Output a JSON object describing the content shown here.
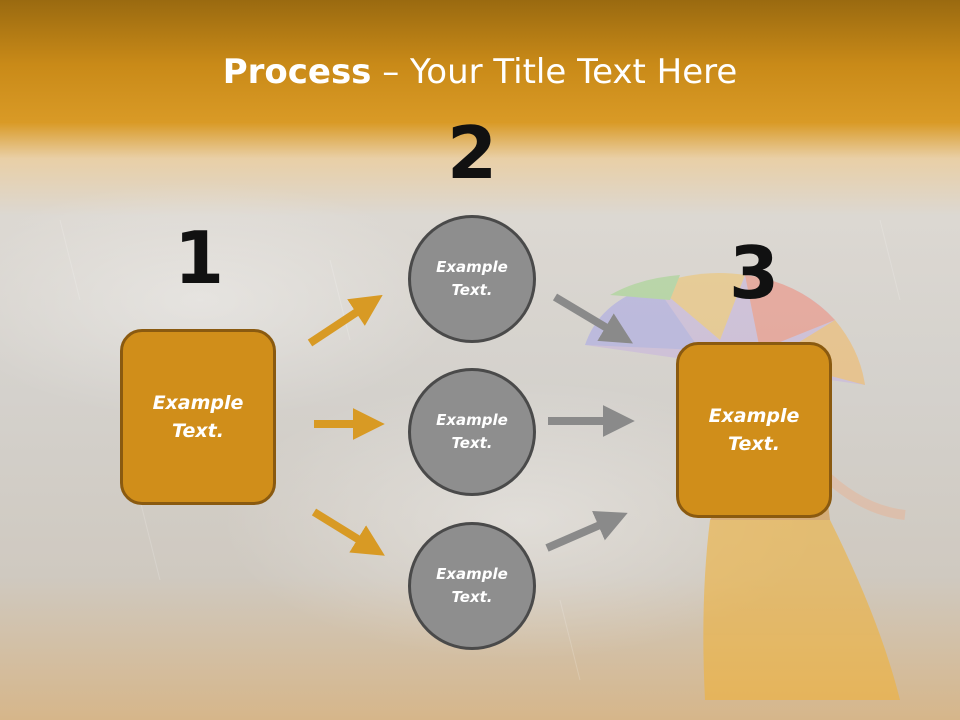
{
  "slide": {
    "title_bold": "Process",
    "title_rest": " – Your Title Text Here"
  },
  "steps": {
    "one": {
      "number": "1",
      "line1": "Example",
      "line2": "Text."
    },
    "two": {
      "number": "2"
    },
    "three": {
      "number": "3",
      "line1": "Example",
      "line2": "Text."
    }
  },
  "circles": [
    {
      "line1": "Example",
      "line2": "Text."
    },
    {
      "line1": "Example",
      "line2": "Text."
    },
    {
      "line1": "Example",
      "line2": "Text."
    }
  ],
  "colors": {
    "accent_orange": "#d08e1a",
    "arrow_orange": "#d89a24",
    "circle_gray": "#8e8e8e",
    "arrow_gray": "#8a8a8a"
  }
}
